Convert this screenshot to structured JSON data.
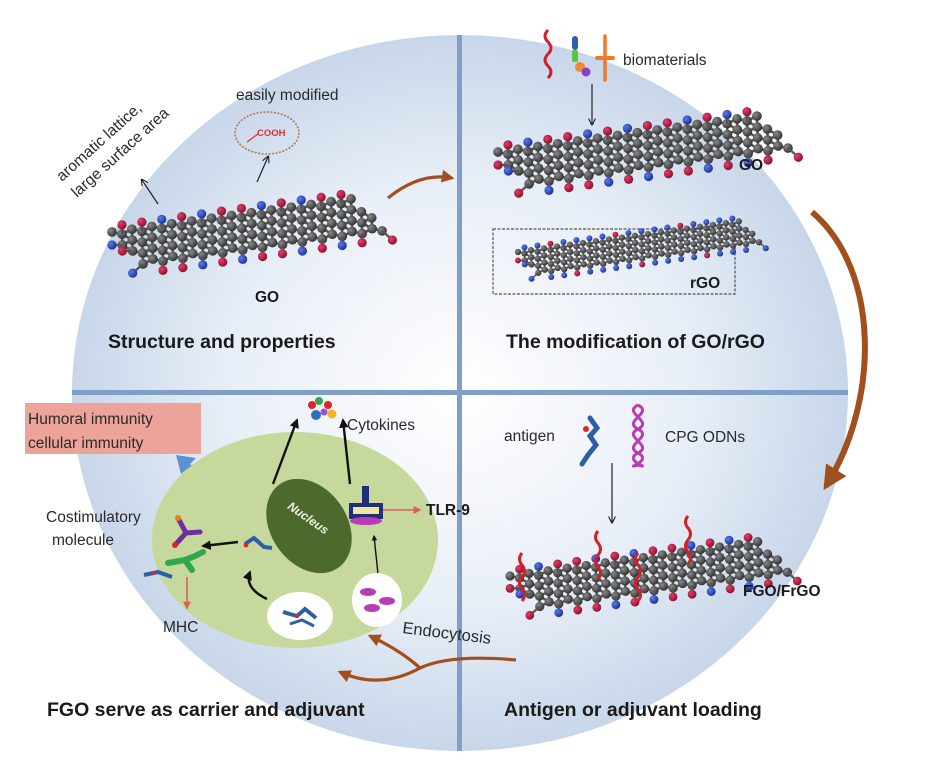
{
  "figure": {
    "quadrants": [
      {
        "id": "structure",
        "title": "Structure and properties",
        "labels": {
          "aromatic_line1": "aromatic lattice,",
          "aromatic_line2": "large surface area",
          "easily_modified": "easily modified",
          "functional_group": "COOH",
          "molecule": "GO"
        }
      },
      {
        "id": "modification",
        "title": "The modification of GO/rGO",
        "labels": {
          "biomaterials": "biomaterials",
          "go": "GO",
          "rgo": "rGO"
        }
      },
      {
        "id": "carrier",
        "title": "FGO serve as carrier and adjuvant",
        "labels": {
          "immunity_line1": "Humoral immunity",
          "immunity_line2": "cellular immunity",
          "cytokines": "Cytokines",
          "tlr9": "TLR-9",
          "nucleus": "Nucleus",
          "costim_line1": "Costimulatory",
          "costim_line2": "molecule",
          "mhc": "MHC",
          "endocytosis": "Endocytosis"
        }
      },
      {
        "id": "loading",
        "title": "Antigen or adjuvant loading",
        "labels": {
          "antigen": "antigen",
          "cpg": "CPG ODNs",
          "fgo": "FGO/FrGO"
        }
      }
    ],
    "colors": {
      "disc": "#c9d7ea",
      "divider": "#7f9fc9",
      "carbon": "#4a4a4a",
      "oxygen": "#b0173a",
      "nitrogen": "#2b46b8",
      "flow_arrow": "#a14f1c",
      "cell": "#c7d89d",
      "nucleus": "#4d6a2e",
      "immunity_box": "#eba39a",
      "immunity_arrow": "#5b92cf",
      "cpg": "#b83db4",
      "tlr": "#1f2f7a",
      "mhc_arrow": "#d8615b"
    },
    "icons": [
      "go-molecule",
      "rgo-molecule",
      "fgo-molecule",
      "cooh-group",
      "peptide-chain",
      "dna-helix",
      "tlr9-receptor",
      "cytokines-cluster",
      "nucleus",
      "endosome",
      "costimulatory-molecule",
      "mhc-complex",
      "flow-arrow"
    ]
  }
}
